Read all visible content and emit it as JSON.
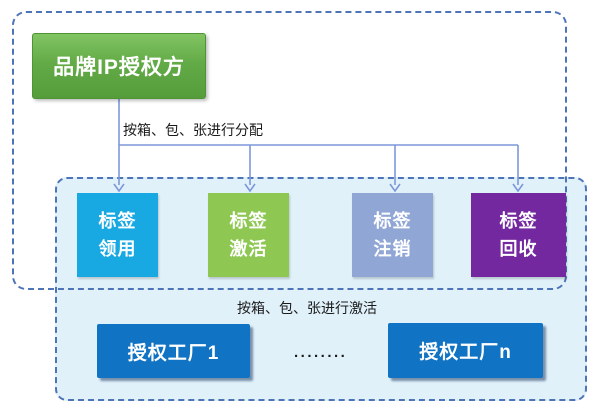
{
  "diagram": {
    "licensor": {
      "label": "品牌IP授权方"
    },
    "notes": {
      "distribute": "按箱、包、张进行分配",
      "activate": "按箱、包、张进行激活"
    },
    "label_boxes": [
      {
        "name": "label-receive",
        "line1": "标签",
        "line2": "领用",
        "color": "#18a9e3"
      },
      {
        "name": "label-activate",
        "line1": "标签",
        "line2": "激活",
        "color": "#8ec853"
      },
      {
        "name": "label-cancel",
        "line1": "标签",
        "line2": "注销",
        "color": "#90a6d5"
      },
      {
        "name": "label-recycle",
        "line1": "标签",
        "line2": "回收",
        "color": "#7328a0"
      }
    ],
    "factories": [
      {
        "label": "授权工厂1"
      },
      {
        "label": "授权工厂n"
      }
    ],
    "ellipsis": "........",
    "colors": {
      "licensor_green": "#5fa844",
      "factory_blue": "#1173c3",
      "dashed_border_blue": "#4e74b8",
      "panel_fill_light_blue": "#e0f1fa",
      "connector_blue": "#7d98d8"
    }
  }
}
